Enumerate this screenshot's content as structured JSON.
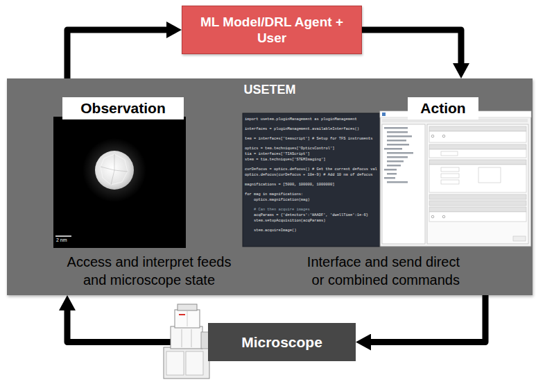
{
  "diagram": {
    "nodes": [
      {
        "text": [
          "ML Model/DRL Agent + User"
        ]
      },
      {
        "text": [
          "USETEM"
        ]
      },
      {
        "text": [
          "Observation"
        ],
        "in": 1
      },
      {
        "text": [
          "Action"
        ],
        "in": 1
      },
      {
        "text": [
          "Microscope"
        ]
      }
    ],
    "edges": [
      {
        "from": 0,
        "to": 1,
        "arrow": "to"
      },
      {
        "from": 1,
        "to": 4,
        "arrow": "to"
      },
      {
        "from": 4,
        "to": 1,
        "arrow": "to"
      },
      {
        "from": 1,
        "to": 0,
        "arrow": "to"
      }
    ],
    "labels": [
      "2 nm",
      "import usetem.pluginManagement as pluginManagement",
      "interfaces = pluginManagement.availableInterfaces()",
      "tem = interfaces['temscript'] # Setup for TFS instruments",
      "optics = tem.techniques['OpticsControl']",
      "tia = interfaces['TIAScript']",
      "stem = tia.techniques['STEMImaging']",
      "curDefocus = optics.defocus() # Get the current defocus val",
      "optics.defocus(curDefocus + 10e-9) # Add 10 nm of defocus",
      "magnifications = [5000, 100000, 1000000]",
      "for mag in magnifications:",
      "    optics.magnification(mag)",
      "    # Can then acquire images",
      "    acqParams = {'detectors':'HAADF', 'dwellTime':1e-6}",
      "    stem.setupAcquisition(acqParams)",
      "    stem.acquireImage()",
      "Access and interpret feeds and microscope state",
      "Interface and send direct or combined commands"
    ]
  }
}
